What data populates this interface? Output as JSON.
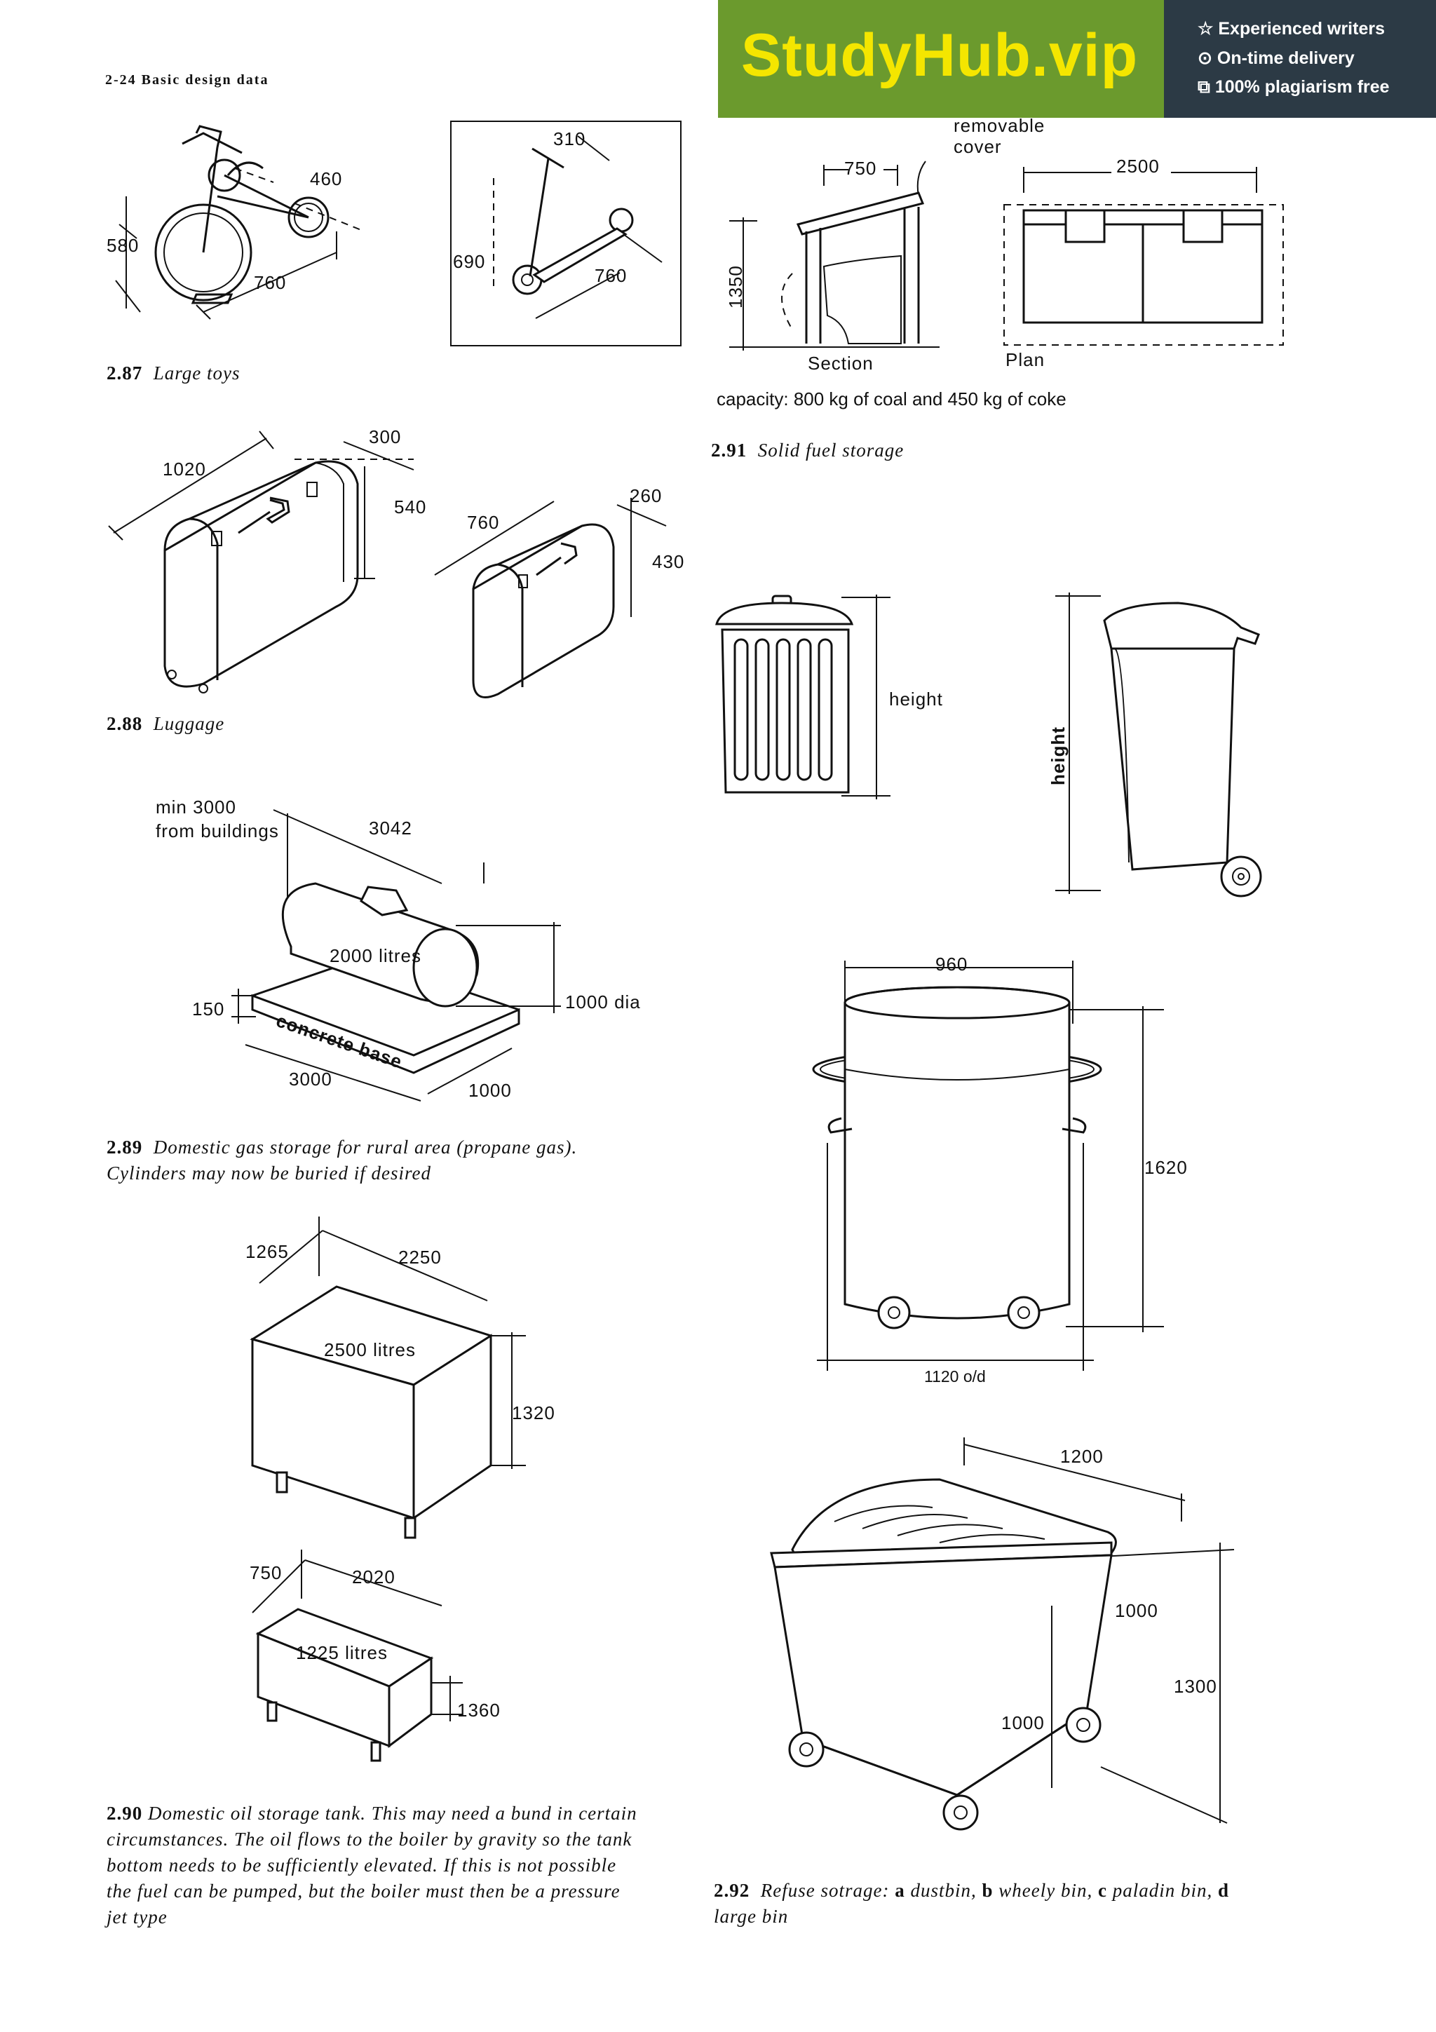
{
  "header": "2-24 Basic design data",
  "banner": {
    "brand": "StudyHub.vip",
    "features": [
      {
        "icon": "star-icon",
        "glyph": "☆",
        "label": "Experienced writers"
      },
      {
        "icon": "clock-icon",
        "glyph": "⊙",
        "label": "On-time delivery"
      },
      {
        "icon": "copy-icon",
        "glyph": "⧉",
        "label": "100% plagiarism free"
      }
    ]
  },
  "fig_2_87": {
    "number": "2.87",
    "caption": "Large toys",
    "tricycle": {
      "d1": "460",
      "d2": "580",
      "d3": "760"
    },
    "scooter": {
      "d1": "310",
      "d2": "690",
      "d3": "760"
    }
  },
  "fig_2_88": {
    "number": "2.88",
    "caption": "Luggage",
    "large": {
      "d1": "1020",
      "d2": "300",
      "d3": "540"
    },
    "small": {
      "d1": "760",
      "d2": "260",
      "d3": "430"
    }
  },
  "fig_2_89": {
    "number": "2.89",
    "caption": "Domestic gas storage for rural area (propane gas). Cylinders may now be buried if desired",
    "min_note_line1": "min 3000",
    "min_note_line2": "from buildings",
    "length": "3042",
    "capacity": "2000 litres",
    "base_label": "concrete base",
    "base_height": "150",
    "diameter": "1000 dia",
    "base_length": "3000",
    "base_width": "1000"
  },
  "fig_2_90": {
    "number": "2.90",
    "caption_lines": [
      "Domestic oil storage tank. This may need a bund in certain",
      "circumstances. The oil flows to the boiler by gravity so the tank",
      "bottom needs to be sufficiently elevated. If this is not possible",
      "the fuel can be pumped, but the boiler must then be a pressure",
      "jet type"
    ],
    "tank_a": {
      "d1": "1265",
      "d2": "2250",
      "capacity": "2500 litres",
      "height": "1320"
    },
    "tank_b": {
      "d1": "750",
      "d2": "2020",
      "capacity": "1225 litres",
      "height": "1360"
    }
  },
  "fig_2_91": {
    "number": "2.91",
    "caption": "Solid fuel storage",
    "removable_line1": "removable",
    "removable_line2": "cover",
    "section_width": "750",
    "section_height": "1350",
    "section_label": "Section",
    "plan_width": "2500",
    "plan_label": "Plan",
    "capacity": "capacity: 800 kg of coal and 450 kg of coke"
  },
  "fig_2_92": {
    "number": "2.92",
    "caption_parts": [
      {
        "key": "",
        "text": "Refuse sotrage:"
      },
      {
        "key": "a",
        "text": "dustbin,"
      },
      {
        "key": "b",
        "text": "wheely bin,"
      },
      {
        "key": "c",
        "text": "paladin bin,"
      },
      {
        "key": "d",
        "text": "large bin"
      }
    ],
    "dustbin_height": "height",
    "wheely_height": "height",
    "paladin": {
      "width": "960",
      "height": "1620",
      "overall": "1120 o/d"
    },
    "large_bin": {
      "width": "1200",
      "depth": "1000",
      "height": "1300",
      "body_height": "1000"
    }
  }
}
